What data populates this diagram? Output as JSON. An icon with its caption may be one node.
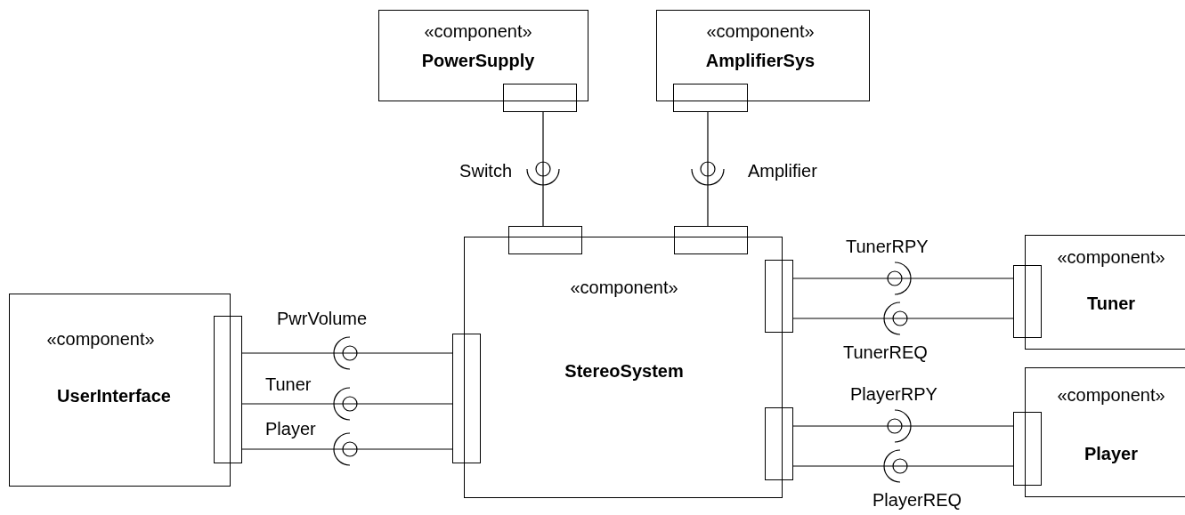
{
  "diagram": {
    "nodes": [
      {
        "text": [
          "«component»",
          "PowerSupply"
        ]
      },
      {
        "text": [],
        "shape": "box"
      },
      {
        "text": [
          "«component»",
          "AmplifierSys"
        ]
      },
      {
        "text": [],
        "shape": "box"
      },
      {
        "text": [
          "«component»",
          "StereoSystem"
        ]
      },
      {
        "text": [],
        "shape": "box"
      },
      {
        "text": [],
        "shape": "box"
      },
      {
        "text": [],
        "shape": "box"
      },
      {
        "text": [],
        "shape": "box"
      },
      {
        "text": [],
        "shape": "box"
      },
      {
        "text": [
          "«component»",
          "UserInterface"
        ]
      },
      {
        "text": [],
        "shape": "box"
      },
      {
        "text": [
          "«component»",
          "Tuner"
        ]
      },
      {
        "text": [],
        "shape": "box"
      },
      {
        "text": [
          "«component»",
          "Player"
        ]
      },
      {
        "text": [],
        "shape": "box"
      }
    ],
    "edges": [
      {
        "from": 1,
        "to": 5,
        "arrow": "none",
        "label": "Switch"
      },
      {
        "from": 3,
        "to": 6,
        "arrow": "none",
        "label": "Amplifier"
      },
      {
        "from": 7,
        "to": 11,
        "arrow": "none",
        "label": "PwrVolume"
      },
      {
        "from": 7,
        "to": 11,
        "arrow": "none",
        "label": "Tuner"
      },
      {
        "from": 7,
        "to": 11,
        "arrow": "none",
        "label": "Player"
      },
      {
        "from": 8,
        "to": 13,
        "arrow": "none",
        "label": "TunerRPY"
      },
      {
        "from": 13,
        "to": 8,
        "arrow": "none",
        "label": "TunerREQ"
      },
      {
        "from": 9,
        "to": 15,
        "arrow": "none",
        "label": "PlayerRPY"
      },
      {
        "from": 15,
        "to": 9,
        "arrow": "none",
        "label": "PlayerREQ"
      }
    ]
  }
}
